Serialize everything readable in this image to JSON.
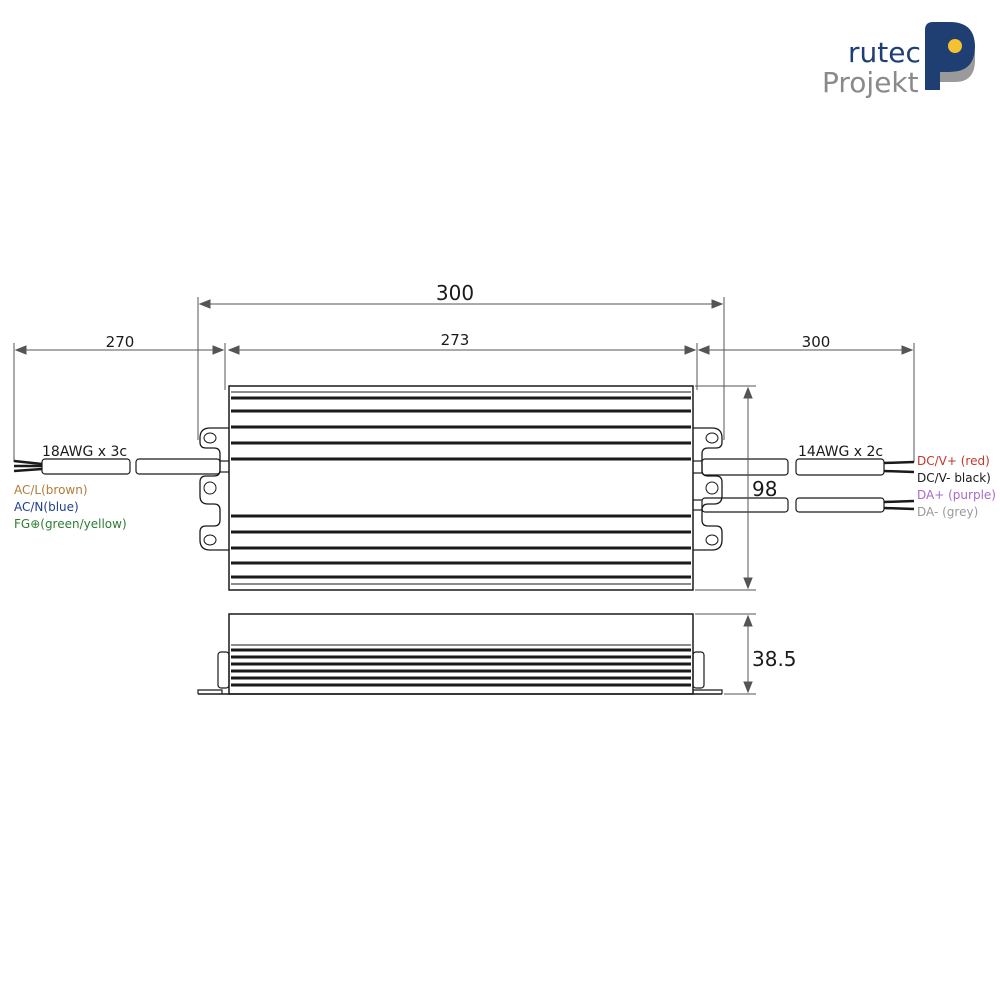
{
  "logo": {
    "line1": "rutec",
    "line2": "Projekt",
    "color_primary": "#1f3f73",
    "color_secondary": "#8a8a8a",
    "color_accent": "#f2c230"
  },
  "dimensions": {
    "overall_length": "300",
    "body_length": "273",
    "input_cable_length": "270",
    "output_cable_length": "300",
    "body_width": "98",
    "body_height": "38.5"
  },
  "input_cable": {
    "spec": "18AWG x 3c",
    "wires": [
      {
        "label": "AC/L(brown)",
        "color": "#b07d3a"
      },
      {
        "label": "AC/N(blue)",
        "color": "#1f3f8c"
      },
      {
        "label": "FG⊕(green/yellow)",
        "color": "#2e7d32"
      }
    ]
  },
  "output_cable": {
    "spec": "14AWG x 2c",
    "wires": [
      {
        "label": "DC/V+ (red)",
        "color": "#c0392b"
      },
      {
        "label": "DC/V- black)",
        "color": "#1a1a1a"
      },
      {
        "label": "DA+ (purple)",
        "color": "#a66cc7"
      },
      {
        "label": "DA- (grey)",
        "color": "#9a9a9a"
      }
    ]
  },
  "colors": {
    "line": "#1a1a1a",
    "dimension_line": "#555555"
  }
}
